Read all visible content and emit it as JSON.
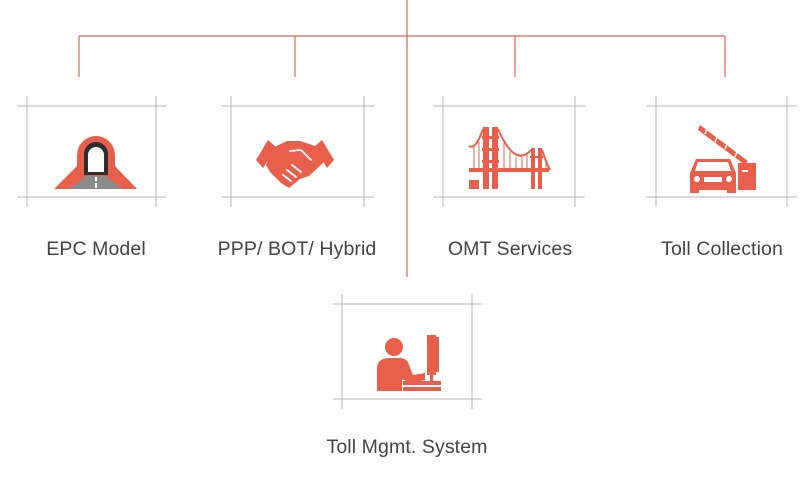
{
  "colors": {
    "accent": "#e8604c",
    "frame_line": "#b4b4b4",
    "dark": "#2e2e2e",
    "label": "#444444"
  },
  "nodes": [
    {
      "label": "EPC Model",
      "icon": "tunnel-icon"
    },
    {
      "label": "PPP/ BOT/ Hybrid",
      "icon": "handshake-icon"
    },
    {
      "label": "OMT Services",
      "icon": "bridge-icon"
    },
    {
      "label": "Toll Collection",
      "icon": "toll-barrier-car-icon"
    },
    {
      "label": "Toll Mgmt. System",
      "icon": "computer-operator-icon"
    }
  ]
}
